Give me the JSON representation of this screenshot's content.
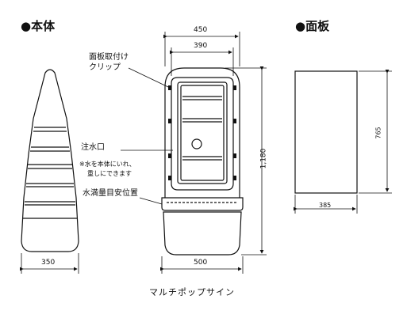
{
  "sections": {
    "body_heading": "●本体",
    "panel_heading": "●面板"
  },
  "labels": {
    "clip": "面板取付け\nクリップ",
    "clip_line1": "面板取付け",
    "clip_line2": "クリップ",
    "inlet": "注水口",
    "inlet_note_line1": "※水を本体にいれ、",
    "inlet_note_line2": "重しにできます",
    "water_level": "水満量目安位置"
  },
  "dimensions": {
    "top_outer_width": "450",
    "top_inner_width": "390",
    "height": "1,180",
    "base_width": "500",
    "side_width": "350",
    "panel_height": "765",
    "panel_width": "385"
  },
  "caption": "マルチポップサイン"
}
